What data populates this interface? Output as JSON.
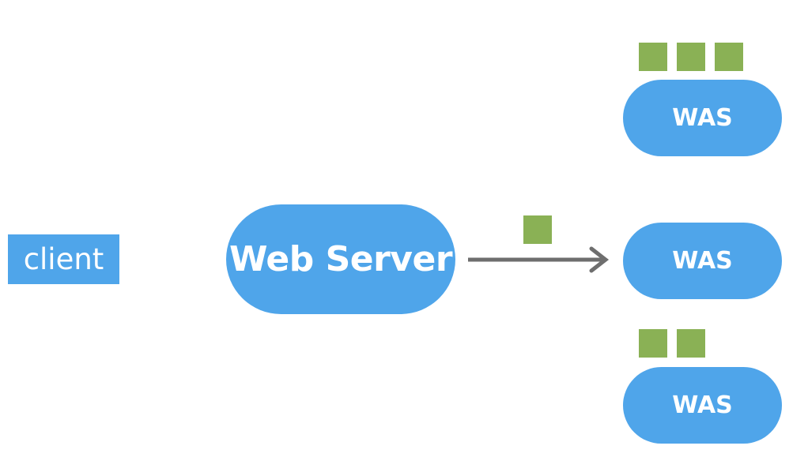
{
  "colors": {
    "node_fill": "#4fa5ea",
    "request_fill": "#8ab155",
    "arrow": "#6e6e6e"
  },
  "client": {
    "label": "client"
  },
  "web_server": {
    "label": "Web Server"
  },
  "was_nodes": [
    {
      "label": "WAS",
      "queued_requests": 3
    },
    {
      "label": "WAS",
      "queued_requests": 0
    },
    {
      "label": "WAS",
      "queued_requests": 2
    }
  ],
  "in_flight_requests": 1
}
